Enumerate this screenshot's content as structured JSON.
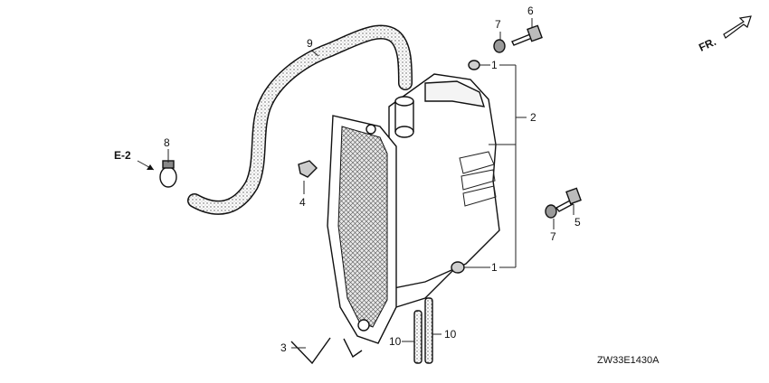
{
  "diagram": {
    "drawing_code": "ZW33E1430A",
    "direction_marker": "FR.",
    "reference": "E-2",
    "callouts": {
      "c1_top": "1",
      "c1_bottom": "1",
      "c2": "2",
      "c3": "3",
      "c4": "4",
      "c5": "5",
      "c6": "6",
      "c7_top": "7",
      "c7_right": "7",
      "c8": "8",
      "c9": "9",
      "c10_left": "10",
      "c10_right": "10"
    }
  }
}
